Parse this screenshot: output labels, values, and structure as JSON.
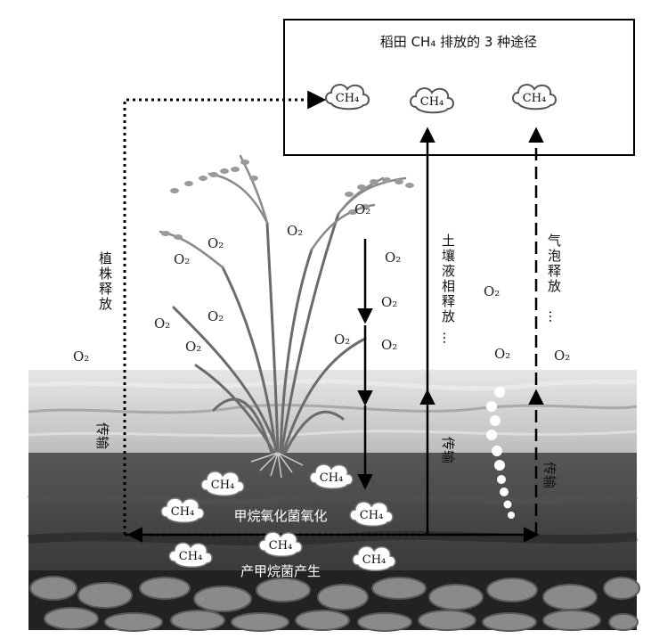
{
  "title": "稻田 CH₄ 排放的 3 种途径",
  "gas_ch4": "CH₄",
  "gas_o2": "O₂",
  "pathways": {
    "plant": "植株释放",
    "liquid": "土壤液相释放",
    "bubble": "气泡释放",
    "dots": "..."
  },
  "transport": "传输",
  "processes": {
    "oxidation": "甲烷氧化菌氧化",
    "production": "产甲烷菌产生"
  },
  "colors": {
    "sky": "#ffffff",
    "water": "#cfcfcf",
    "topsoil": "#4a4a4a",
    "subsoil": "#2f2f2f",
    "stones": "#8c8c8c"
  }
}
